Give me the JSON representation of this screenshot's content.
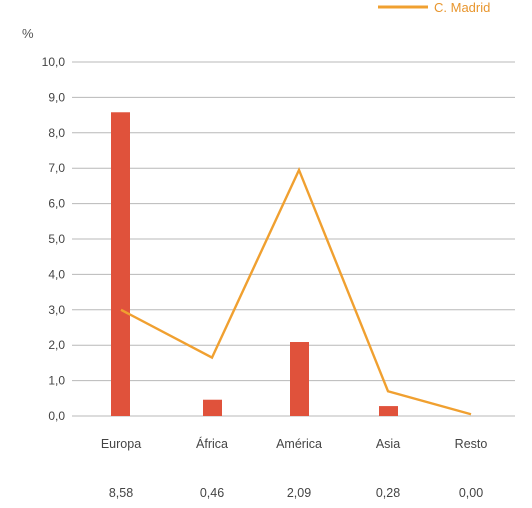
{
  "colors": {
    "bar": "#e0523b",
    "line": "#f0a030",
    "grid": "#b8b8b8",
    "text": "#444444"
  },
  "chart_data": {
    "type": "bar",
    "ylabel": "%",
    "ylim": [
      0,
      10
    ],
    "yticks": [
      "0,0",
      "1,0",
      "2,0",
      "3,0",
      "4,0",
      "5,0",
      "6,0",
      "7,0",
      "8,0",
      "9,0",
      "10,0"
    ],
    "grid": true,
    "legend_position": "top-right",
    "categories": [
      "Europa",
      "África",
      "América",
      "Asia",
      "Resto"
    ],
    "value_labels": [
      "8,58",
      "0,46",
      "2,09",
      "0,28",
      "0,00"
    ],
    "series": [
      {
        "type": "bar",
        "values": [
          8.58,
          0.46,
          2.09,
          0.28,
          0.0
        ]
      },
      {
        "type": "line",
        "name": "C. Madrid",
        "values": [
          3.0,
          1.65,
          6.95,
          0.7,
          0.05
        ]
      }
    ]
  }
}
